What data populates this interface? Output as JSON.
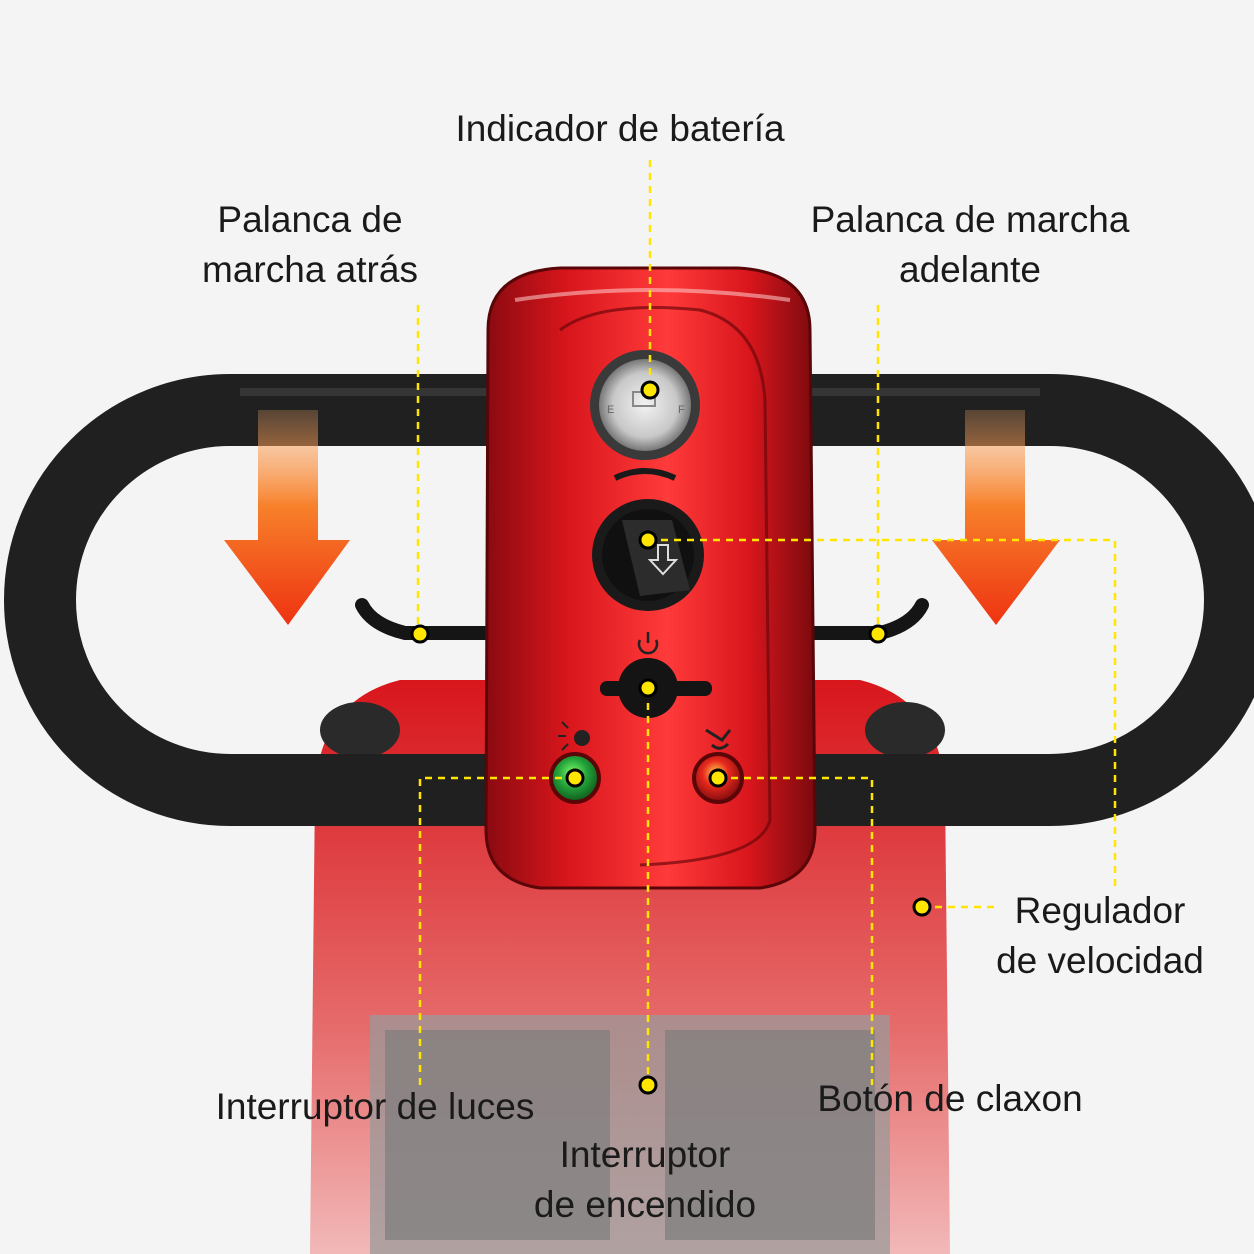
{
  "labels": {
    "battery_indicator": "Indicador de batería",
    "reverse_lever": [
      "Palanca de",
      "marcha atrás"
    ],
    "forward_lever": [
      "Palanca de marcha",
      "adelante"
    ],
    "speed_regulator": [
      "Regulador",
      "de velocidad"
    ],
    "light_switch": "Interruptor de luces",
    "power_switch": [
      "Interruptor",
      "de encendido"
    ],
    "horn_button": "Botón de claxon"
  },
  "gauge_marks": {
    "empty": "E",
    "full": "F"
  },
  "colors": {
    "body_red": "#d8161c",
    "handle_black": "#202020",
    "arrow_orange": "#f04a1a",
    "callout_yellow": "#ffe600",
    "light_button_green": "#23a33a",
    "horn_button_red": "#e8281e"
  }
}
